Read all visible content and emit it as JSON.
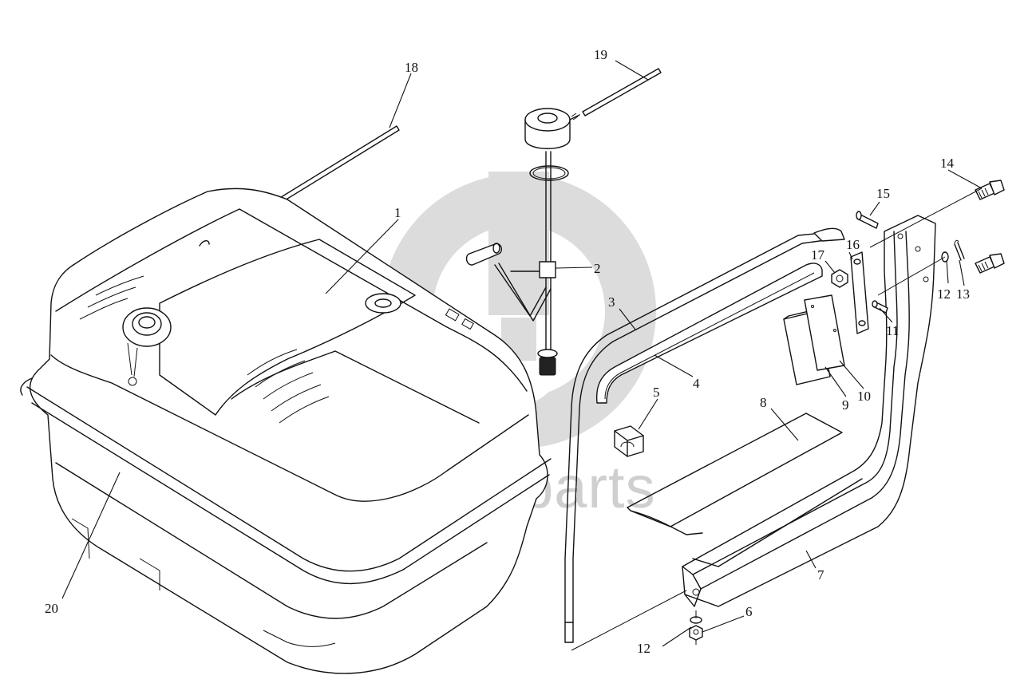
{
  "watermark": {
    "text": "data-parts",
    "color": "#d0d0d0"
  },
  "callouts": {
    "c1": "1",
    "c2": "2",
    "c3": "3",
    "c4": "4",
    "c5": "5",
    "c6": "6",
    "c7": "7",
    "c8": "8",
    "c9": "9",
    "c10": "10",
    "c11": "11",
    "c12a": "12",
    "c12b": "12",
    "c13": "13",
    "c14": "14",
    "c15": "15",
    "c16": "16",
    "c17": "17",
    "c18": "18",
    "c19": "19",
    "c20": "20"
  }
}
